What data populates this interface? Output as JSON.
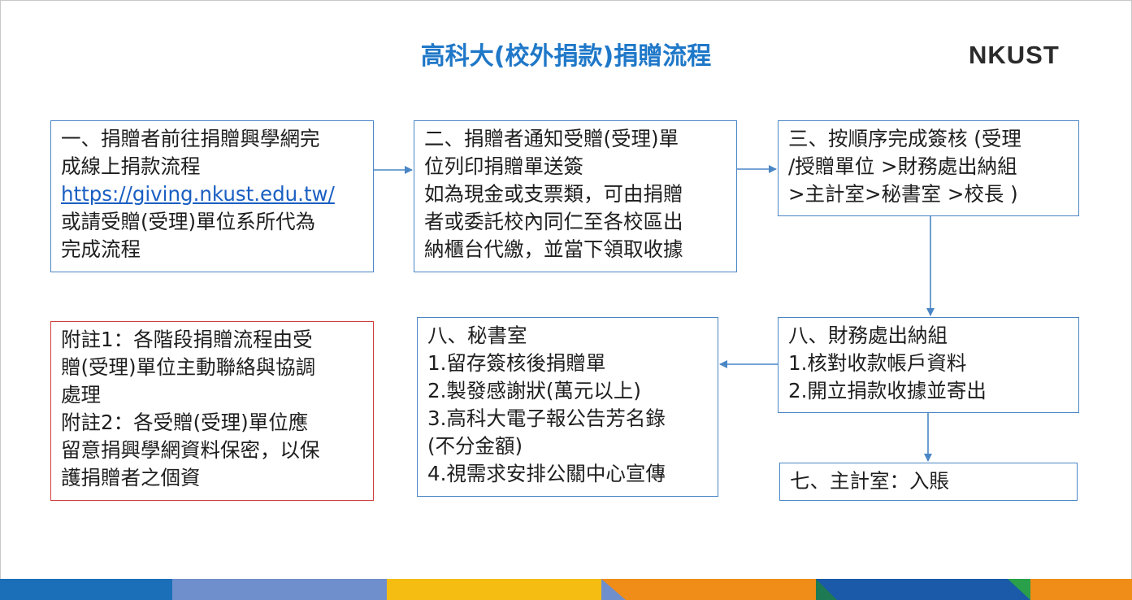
{
  "title": "高科大(校外捐款)捐贈流程",
  "logo": "NKUST",
  "steps": {
    "s1": {
      "lines": [
        "一、捐贈者前往捐贈興學網完",
        "成線上捐款流程"
      ],
      "link": "https://giving.nkust.edu.tw/",
      "after": [
        "或請受贈(受理)單位系所代為",
        "完成流程"
      ]
    },
    "s2": {
      "lines": [
        "二、捐贈者通知受贈(受理)單",
        "位列印捐贈單送簽",
        "如為現金或支票類，可由捐贈",
        "者或委託校內同仁至各校區出",
        "納櫃台代繳，並當下領取收據"
      ]
    },
    "s3": {
      "lines": [
        "三、按順序完成簽核 (受理",
        "/授贈單位 >財務處出納組",
        ">主計室>秘書室 >校長 )"
      ]
    },
    "s8a": {
      "lines": [
        "八、財務處出納組",
        "1.核對收款帳戶資料",
        "2.開立捐款收據並寄出"
      ]
    },
    "s8b": {
      "lines": [
        "八、秘書室",
        "1.留存簽核後捐贈單",
        "2.製發感謝狀(萬元以上)",
        "3.高科大電子報公告芳名錄",
        "(不分金額)",
        "4.視需求安排公關中心宣傳"
      ]
    },
    "s7": {
      "lines": [
        "七、主計室：入賬"
      ]
    }
  },
  "note": {
    "lines": [
      "附註1：各階段捐贈流程由受",
      "贈(受理)單位主動聯絡與協調",
      "處理",
      "附註2：各受贈(受理)單位應",
      "留意捐興學網資料保密，以保",
      "護捐贈者之個資"
    ]
  },
  "colors": {
    "accent": "#1f78c8",
    "box_border": "#4a86c5",
    "note_border": "#d03c3c",
    "arrow": "#4a86c5"
  }
}
